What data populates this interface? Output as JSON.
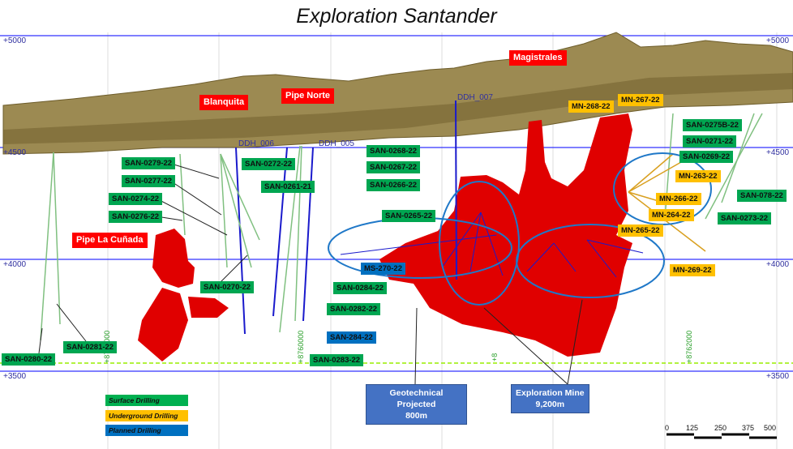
{
  "title": "Exploration Santander",
  "elevations": [
    "+5000",
    "+4500",
    "+4000",
    "+3500"
  ],
  "coordinates": [
    "+8759000",
    "+8760000",
    "+8",
    "+8762000"
  ],
  "zones": [
    "Blanquita",
    "Pipe Norte",
    "Pipe La Cuñada",
    "Magistrales"
  ],
  "collars": [
    "DDH_006",
    "DDH_005",
    "DDH_007"
  ],
  "surface_holes": [
    "SAN-0279-22",
    "SAN-0277-22",
    "SAN-0274-22",
    "SAN-0276-22",
    "SAN-0272-22",
    "SAN-0261-21",
    "SAN-0270-22",
    "SAN-0284-22",
    "SAN-0282-22",
    "SAN-0280-22",
    "SAN-0281-22",
    "SAN-0283-22",
    "SAN-0268-22",
    "SAN-0267-22",
    "SAN-0266-22",
    "SAN-0265-22",
    "SAN-0275B-22",
    "SAN-0271-22",
    "SAN-0269-22",
    "SAN-078-22",
    "SAN-0273-22"
  ],
  "underground_holes": [
    "MN-268-22",
    "MN-267-22",
    "MN-263-22",
    "MN-266-22",
    "MN-264-22",
    "MN-265-22",
    "MN-269-22"
  ],
  "planned_holes": [
    "MS-270-22",
    "SAN-284-22"
  ],
  "callouts": {
    "geotech": {
      "title": "Geotechnical Projected",
      "value": "800m"
    },
    "exploration": {
      "title": "Exploration  Mine",
      "value": "9,200m"
    }
  },
  "legend": [
    "Surface Drilling",
    "Underground Drilling",
    "Planned Drilling"
  ],
  "legend_colors": {
    "surface": "#00a651",
    "underground": "#ffc000",
    "planned": "#0070c0"
  },
  "scale_bar": [
    "0",
    "125",
    "250",
    "375",
    "500"
  ]
}
